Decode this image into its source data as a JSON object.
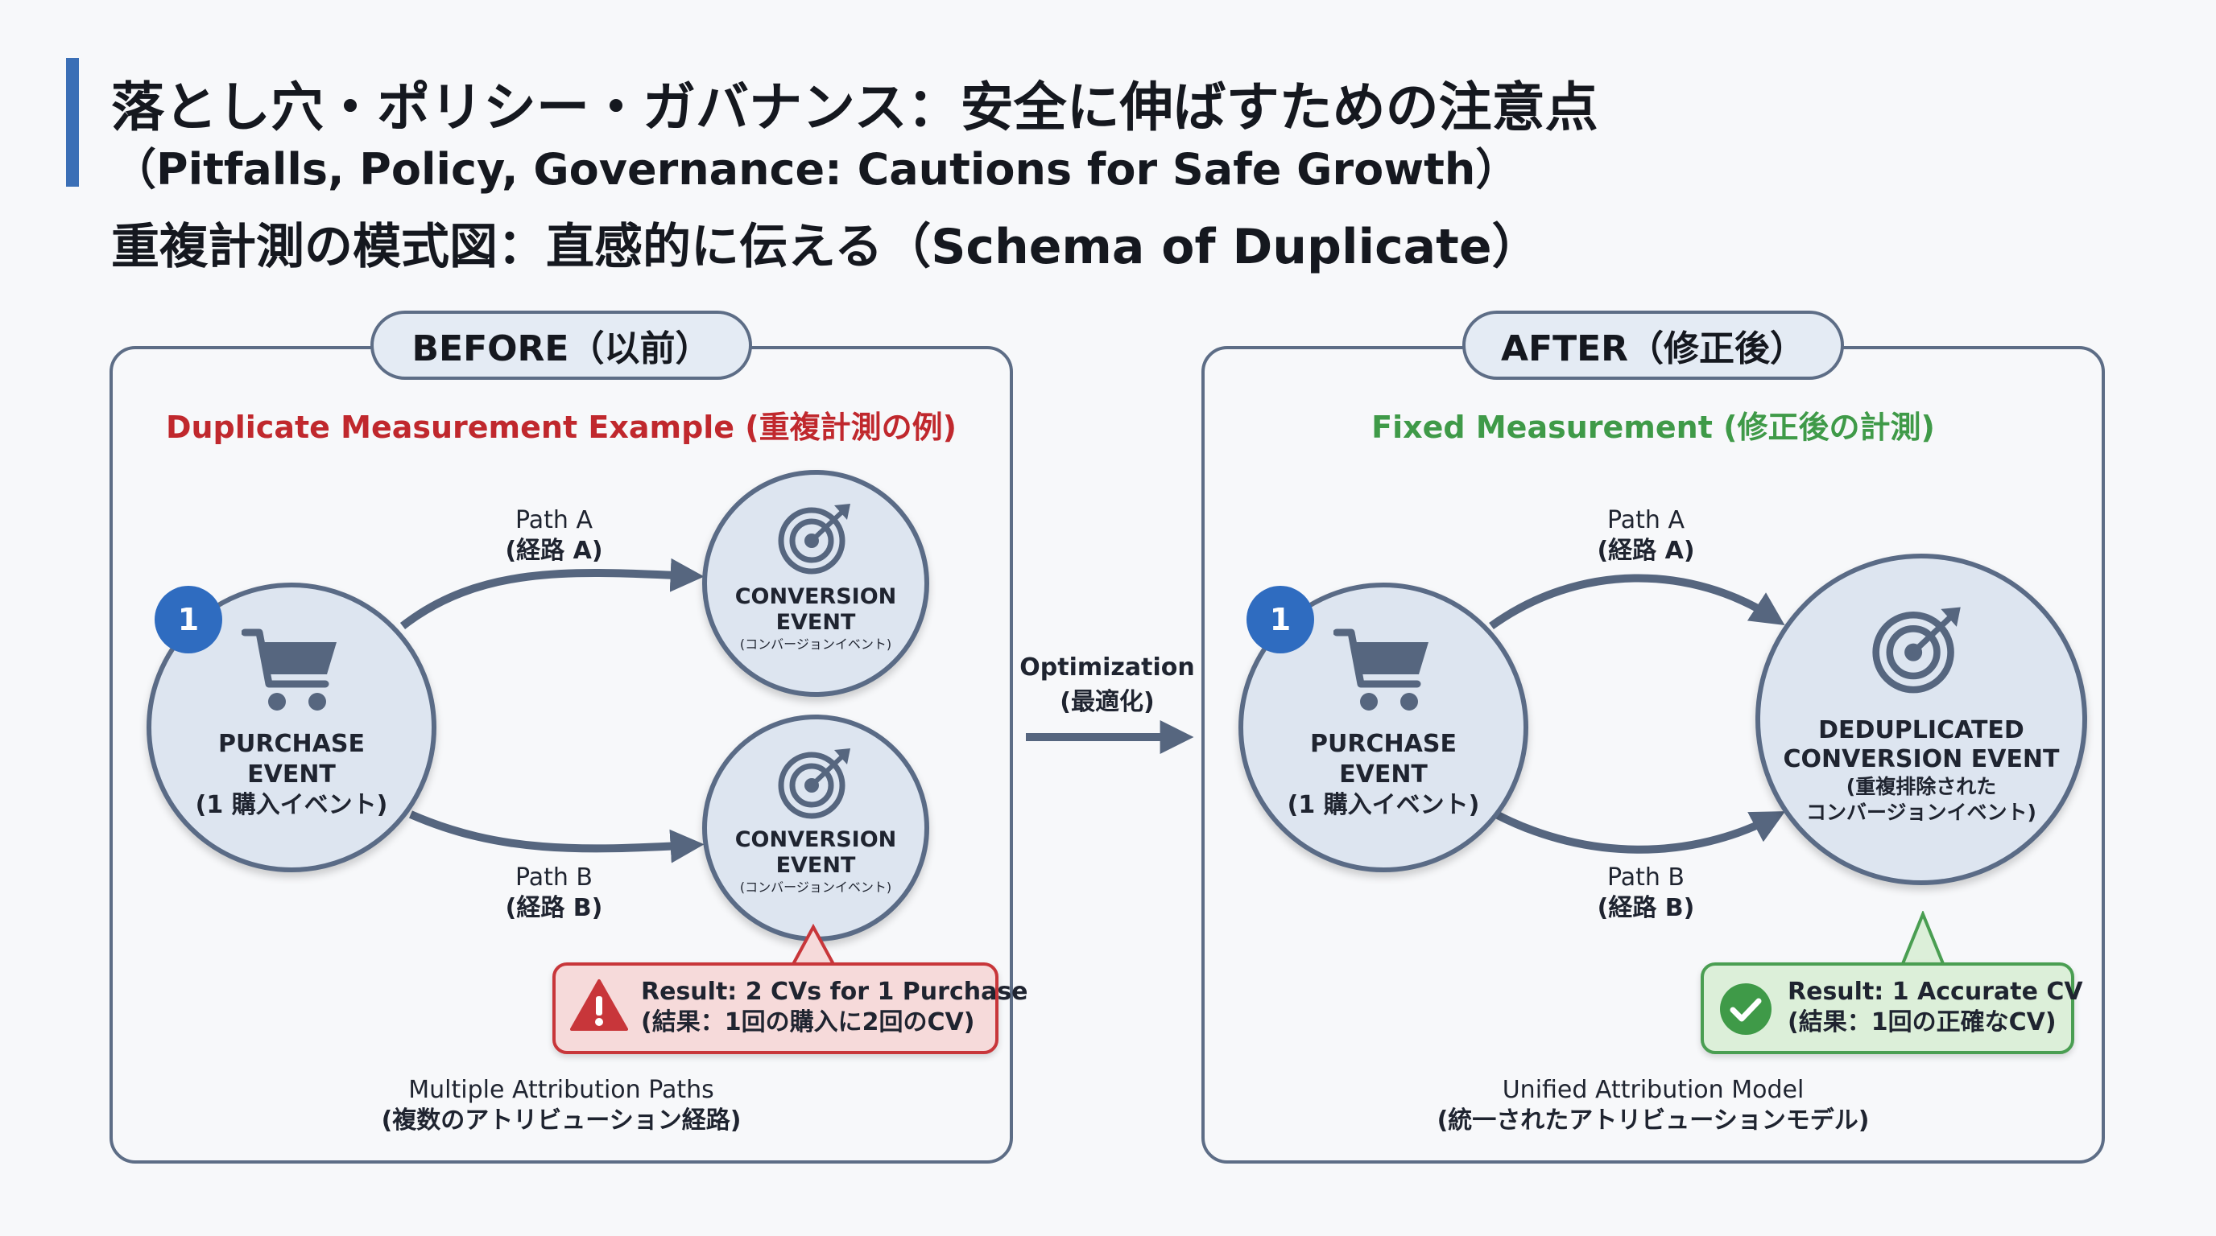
{
  "header": {
    "title": "落とし穴・ポリシー・ガバナンス：安全に伸ばすための注意点",
    "subtitle": "（Pitfalls, Policy, Governance: Cautions for Safe Growth）",
    "section_title": "重複計測の模式図：直感的に伝える（Schema of Duplicate）"
  },
  "before": {
    "pill": "BEFORE（以前）",
    "heading": "Duplicate Measurement Example (重複計測の例)",
    "badge": "1",
    "purchase": {
      "l1": "PURCHASE",
      "l2": "EVENT",
      "l3": "(1 購入イベント)"
    },
    "conversion_a": {
      "l1": "CONVERSION",
      "l2": "EVENT",
      "l3": "(コンバージョンイベント)"
    },
    "conversion_b": {
      "l1": "CONVERSION",
      "l2": "EVENT",
      "l3": "(コンバージョンイベント)"
    },
    "path_a": {
      "l1": "Path A",
      "l2": "(経路 A)"
    },
    "path_b": {
      "l1": "Path B",
      "l2": "(経路 B)"
    },
    "result": {
      "l1": "Result: 2 CVs for 1 Purchase",
      "l2": "(結果：1回の購入に2回のCV)"
    },
    "caption": {
      "l1": "Multiple Attribution Paths",
      "l2": "(複数のアトリビューション経路)"
    }
  },
  "optimization": {
    "l1": "Optimization",
    "l2": "(最適化)"
  },
  "after": {
    "pill": "AFTER（修正後）",
    "heading": "Fixed Measurement (修正後の計測)",
    "badge": "1",
    "purchase": {
      "l1": "PURCHASE",
      "l2": "EVENT",
      "l3": "(1 購入イベント)"
    },
    "dedup": {
      "l1": "DEDUPLICATED",
      "l2": "CONVERSION EVENT",
      "l3": "(重複排除された",
      "l4": "コンバージョンイベント)"
    },
    "path_a": {
      "l1": "Path A",
      "l2": "(経路 A)"
    },
    "path_b": {
      "l1": "Path B",
      "l2": "(経路 B)"
    },
    "result": {
      "l1": "Result: 1 Accurate CV",
      "l2": "(結果：1回の正確なCV)"
    },
    "caption": {
      "l1": "Unified Attribution Model",
      "l2": "(統一されたアトリビューションモデル)"
    }
  },
  "colors": {
    "accent": "#3b6fb6",
    "warning_red": "#c0282d",
    "success_green": "#3f9a48",
    "node_fill": "#dde5f0",
    "stroke": "#5a6b86"
  },
  "icons": [
    "shopping-cart-icon",
    "target-icon",
    "warning-icon",
    "check-icon",
    "arrow-icon"
  ]
}
